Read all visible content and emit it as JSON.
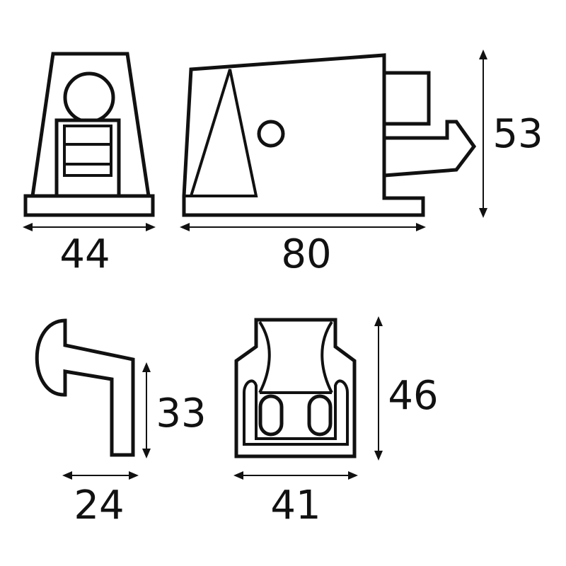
{
  "diagram": {
    "views": [
      "front-view",
      "side-view",
      "catch-profile",
      "strike-plate"
    ],
    "dimensions": {
      "front_width": "44",
      "side_width": "80",
      "side_height": "53",
      "catch_height": "33",
      "catch_width": "24",
      "plate_height": "46",
      "plate_width": "41"
    },
    "colors": {
      "line": "#111111",
      "background": "#ffffff"
    }
  }
}
